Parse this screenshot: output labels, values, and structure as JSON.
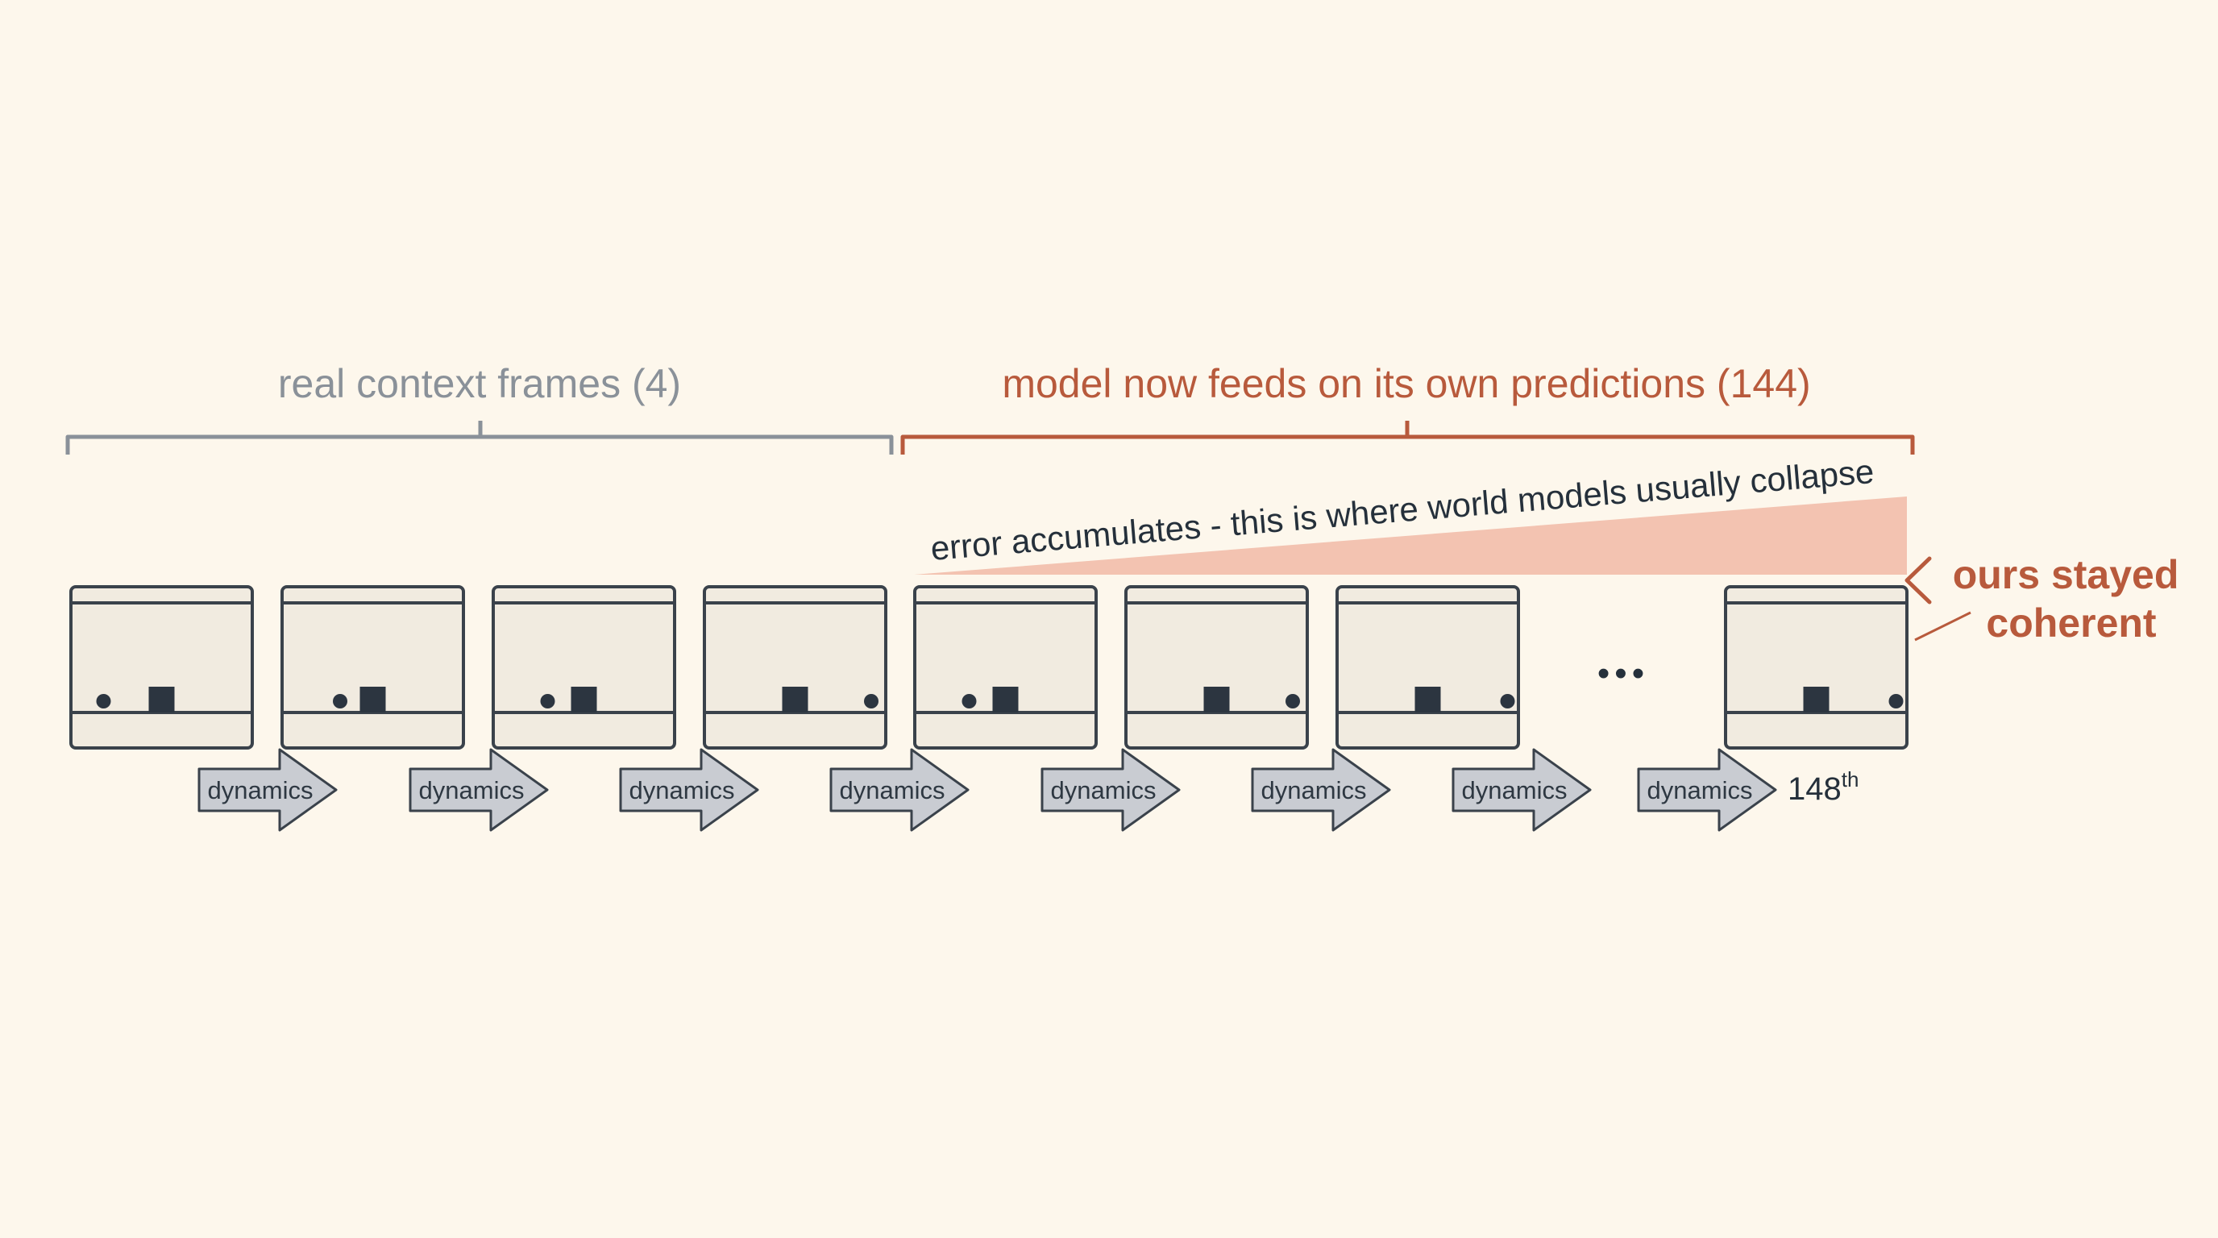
{
  "labels": {
    "real_context": "real context frames (4)",
    "model_feeds": "model now feeds on its own predictions (144)",
    "error_note": "error accumulates - this is where world models usually collapse",
    "ours_line1": "ours stayed",
    "ours_line2": "coherent",
    "last_frame_number": "148",
    "last_frame_suffix": "th",
    "ellipsis": "•••"
  },
  "arrow_label": "dynamics",
  "frames": [
    {
      "ball": "left",
      "ball_pos": 0.18,
      "block_pos": 0.5
    },
    {
      "ball": "left",
      "ball_pos": 0.32,
      "block_pos": 0.5
    },
    {
      "ball": "left",
      "ball_pos": 0.3,
      "block_pos": 0.5
    },
    {
      "ball": "right",
      "ball_pos": 0.92,
      "block_pos": 0.5
    },
    {
      "ball": "left",
      "ball_pos": 0.3,
      "block_pos": 0.5
    },
    {
      "ball": "right",
      "ball_pos": 0.92,
      "block_pos": 0.5
    },
    {
      "ball": "right",
      "ball_pos": 0.94,
      "block_pos": 0.5
    },
    {
      "ball": "right",
      "ball_pos": 0.94,
      "block_pos": 0.5
    }
  ],
  "colors": {
    "grey_bracket": "#8a9199",
    "rust": "#b85a3c",
    "error_wedge": "#f3c3b1",
    "frame_fill": "#f1ebe0",
    "frame_stroke": "#3a424b",
    "arrow_fill": "#c9ccd2",
    "dark": "#2c3540"
  }
}
